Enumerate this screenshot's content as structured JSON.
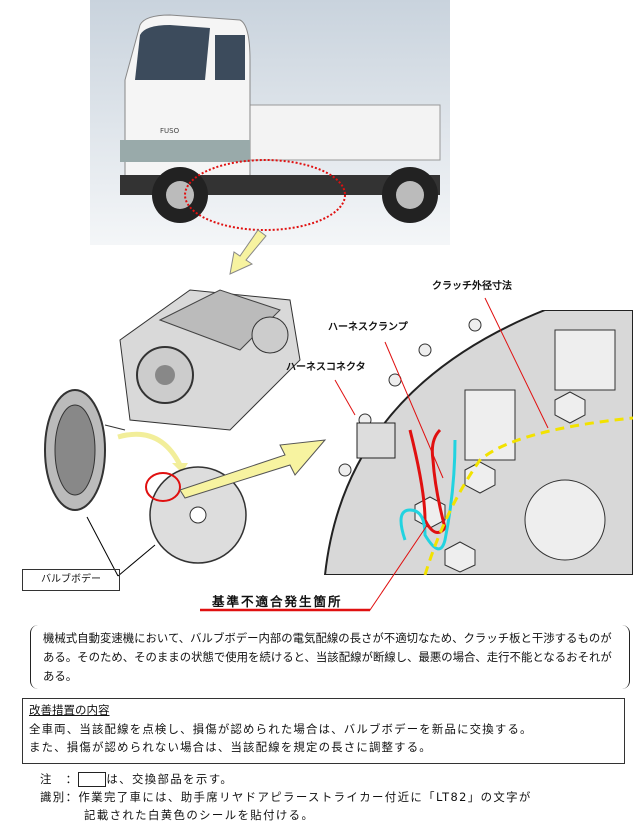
{
  "labels": {
    "clutch_outer_diameter": "クラッチ外径寸法",
    "harness_clamp": "ハーネスクランプ",
    "harness_connector": "ハーネスコネクタ",
    "valve_body": "バルブボデー",
    "nonconformity_location": "基準不適合発生箇所"
  },
  "truck_logo": "FUSO",
  "description": "機械式自動変速機において、バルブボデー内部の電気配線の長さが不適切なため、クラッチ板と干渉するものがある。そのため、そのままの状態で使用を続けると、当該配線が断線し、最悪の場合、走行不能となるおそれがある。",
  "remedy": {
    "title": "改善措置の内容",
    "line1": "全車両、当該配線を点検し、損傷が認められた場合は、バルブボデーを新品に交換する。",
    "line2": "また、損傷が認められない場合は、当該配線を規定の長さに調整する。"
  },
  "notes": {
    "note_label": "注　：",
    "note_text": "は、交換部品を示す。",
    "id_label": "識別：",
    "id_line1": "作業完了車には、助手席リヤドアピラーストライカー付近に「LT82」の文字が",
    "id_line2": "記載された白黄色のシールを貼付ける。"
  },
  "colors": {
    "highlight_red": "#e01010",
    "wire_cyan": "#22d3e0",
    "dashed_yellow": "#f2e200",
    "arrow_yellow": "#f7f3a0"
  }
}
